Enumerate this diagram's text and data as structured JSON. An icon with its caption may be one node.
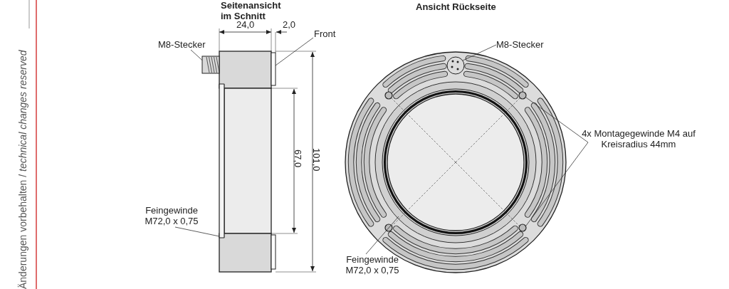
{
  "diagram": {
    "nodes": [
      {
        "text": [
          "M8-Stecker"
        ]
      },
      {
        "text": [],
        "shape": "picture"
      },
      {
        "text": [
          "Front"
        ]
      },
      {
        "text": [],
        "shape": "box"
      },
      {
        "text": [
          "Feingewinde M72,0 x 0,75"
        ]
      },
      {
        "text": [],
        "shape": "bar"
      },
      {
        "text": [
          "M8-Stecker"
        ]
      },
      {
        "text": [],
        "shape": "circle"
      },
      {
        "text": [
          "4x Montagegewinde M4 auf Kreisradius 44mm"
        ]
      },
      {
        "text": [],
        "shape": "circle"
      },
      {
        "text": [],
        "shape": "circle"
      },
      {
        "text": [
          "Feingewinde M72,0 x 0,75"
        ]
      },
      {
        "text": [],
        "shape": "circle"
      }
    ],
    "edges": [
      {
        "from": 0,
        "to": 1,
        "arrow": "none"
      },
      {
        "from": 2,
        "to": 3,
        "arrow": "none"
      },
      {
        "from": 4,
        "to": 5,
        "arrow": "none"
      },
      {
        "from": 6,
        "to": 7,
        "arrow": "none"
      },
      {
        "from": 8,
        "to": 9,
        "arrow": "none"
      },
      {
        "from": 8,
        "to": 10,
        "arrow": "none"
      },
      {
        "from": 11,
        "to": 12,
        "arrow": "none"
      }
    ],
    "labels": [
      "Änderungen vorbehalten / *technical changes reserved*",
      "Seitenansicht im Schnitt",
      "Ansicht Rückseite",
      "24,0",
      "2,0",
      "67,0",
      "101,0"
    ]
  }
}
